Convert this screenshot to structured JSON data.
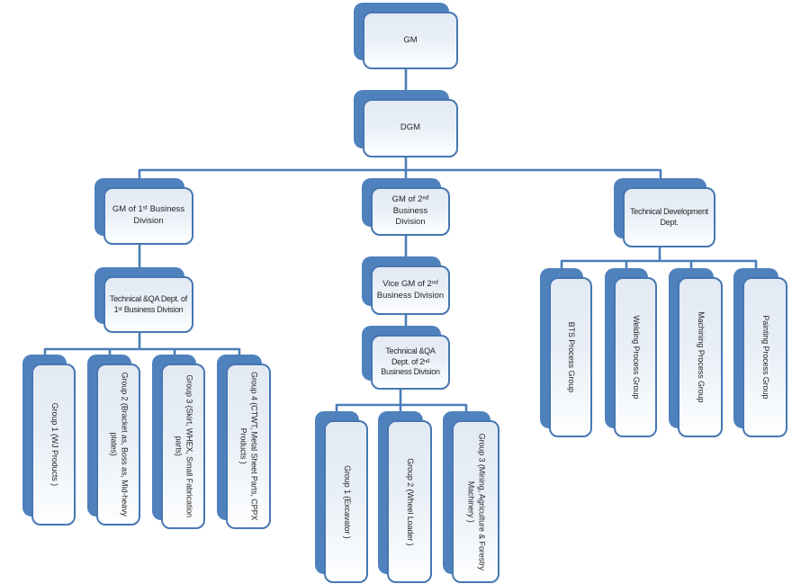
{
  "diagram": {
    "type": "org-chart",
    "root": {
      "label": "GM"
    },
    "deputy": {
      "label": "DGM"
    },
    "division1": {
      "head": "GM of 1ˢᵗ Business\nDivision",
      "dept": "Technical &QA Dept. of\n1ˢᵗ Business Division",
      "groups": [
        "Group 1 (WJ Products )",
        "Group 2 (Bracket as, Boss as, Mid-heavy plates)",
        "Group 3 (Skirt, WHEX, Small Fabrication parts)",
        "Group 4 (CTWT, Metal Sheet Parts, CPPX Products )"
      ]
    },
    "division2": {
      "head": "GM of 2ⁿᵈ Business\nDivision",
      "vice": "Vice GM of 2ⁿᵈ\nBusiness Division",
      "dept": "Technical &QA\nDept. of 2ⁿᵈ\nBusiness Division",
      "groups": [
        "Group 1 (Excavator )",
        "Group 2 (Wheel Loader )",
        "Group 3 (Mining, Agriculture & Forestry Machinery )"
      ]
    },
    "techdev": {
      "head": "Technical Development\nDept.",
      "groups": [
        "BTS Process Group",
        "Welding Process Group",
        "Machining Process Group",
        "Painting Process Group"
      ]
    },
    "colors": {
      "accent_blue": "#4f81bd",
      "box_border": "#4677b2",
      "box_fill_top": "#e3eaf4",
      "box_fill_bottom": "#fdfeff",
      "connector": "#4a7ebb",
      "text": "#262626",
      "background": "#ffffff"
    }
  }
}
